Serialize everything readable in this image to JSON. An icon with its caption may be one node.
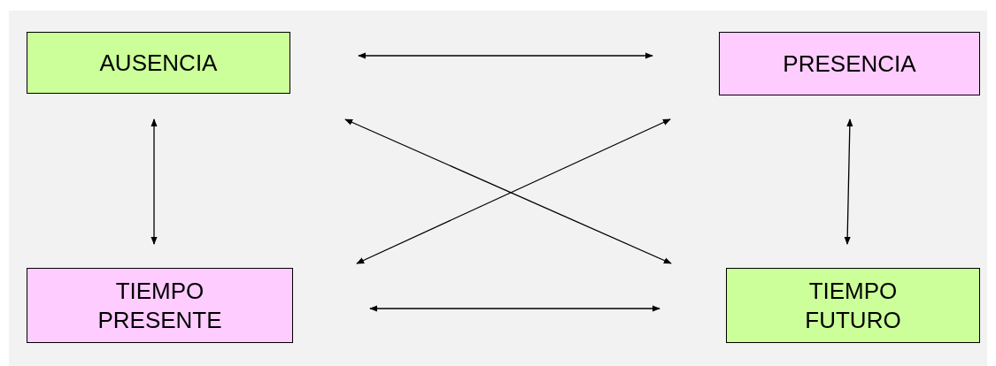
{
  "diagram": {
    "nodes": [
      {
        "text": [
          "AUSENCIA"
        ]
      },
      {
        "text": [
          "PRESENCIA"
        ]
      },
      {
        "text": [
          "TIEMPO PRESENTE"
        ]
      },
      {
        "text": [
          "TIEMPO FUTURO"
        ]
      }
    ],
    "edges": [
      {
        "from": 0,
        "to": 1,
        "arrow": "both"
      },
      {
        "from": 0,
        "to": 2,
        "arrow": "both"
      },
      {
        "from": 1,
        "to": 3,
        "arrow": "both"
      },
      {
        "from": 0,
        "to": 3,
        "arrow": "both"
      },
      {
        "from": 1,
        "to": 2,
        "arrow": "both"
      },
      {
        "from": 2,
        "to": 3,
        "arrow": "both"
      }
    ]
  }
}
